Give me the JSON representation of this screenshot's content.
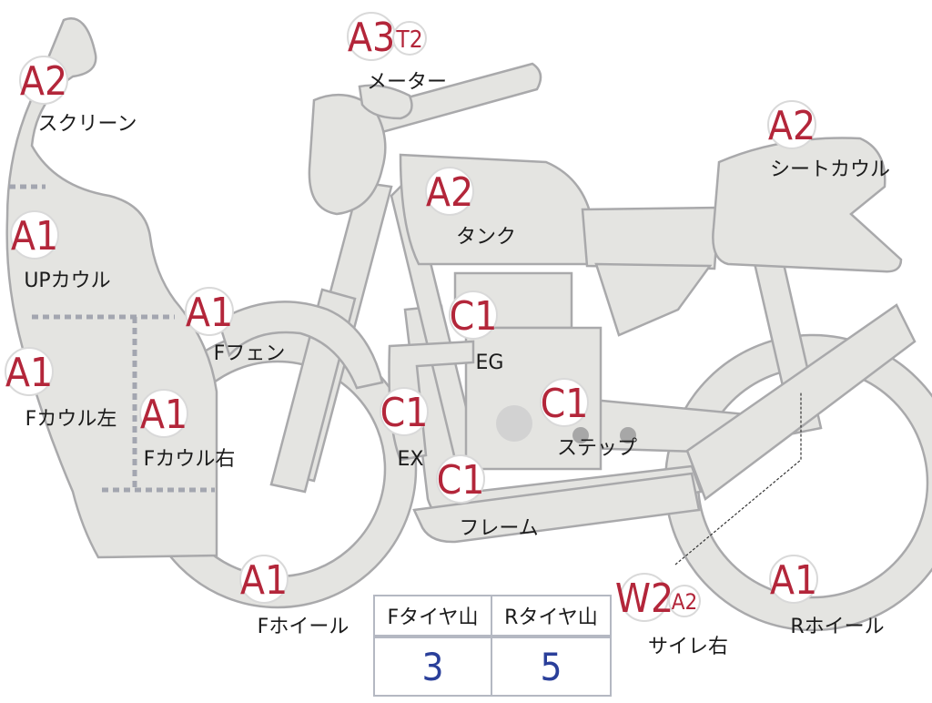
{
  "parts": [
    {
      "id": "screen",
      "label": "スクリーン",
      "grades": [
        "A2"
      ]
    },
    {
      "id": "meter",
      "label": "メーター",
      "grades": [
        "A3",
        "T2"
      ]
    },
    {
      "id": "tank",
      "label": "タンク",
      "grades": [
        "A2"
      ]
    },
    {
      "id": "seat-cowl",
      "label": "シートカウル",
      "grades": [
        "A2"
      ]
    },
    {
      "id": "up-cowl",
      "label": "UPカウル",
      "grades": [
        "A1"
      ]
    },
    {
      "id": "f-fender",
      "label": "Fフェン",
      "grades": [
        "A1"
      ]
    },
    {
      "id": "engine",
      "label": "EG",
      "grades": [
        "C1"
      ]
    },
    {
      "id": "f-cowl-left",
      "label": "Fカウル左",
      "grades": [
        "A1"
      ]
    },
    {
      "id": "f-cowl-right",
      "label": "Fカウル右",
      "grades": [
        "A1"
      ]
    },
    {
      "id": "exhaust",
      "label": "EX",
      "grades": [
        "C1"
      ]
    },
    {
      "id": "step",
      "label": "ステップ",
      "grades": [
        "C1"
      ]
    },
    {
      "id": "frame",
      "label": "フレーム",
      "grades": [
        "C1"
      ]
    },
    {
      "id": "f-wheel",
      "label": "Fホイール",
      "grades": [
        "A1"
      ]
    },
    {
      "id": "silencer-right",
      "label": "サイレ右",
      "grades": [
        "W2",
        "A2"
      ]
    },
    {
      "id": "r-wheel",
      "label": "Rホイール",
      "grades": [
        "A1"
      ]
    }
  ],
  "tire_table": {
    "front_header": "Fタイヤ山",
    "rear_header": "Rタイヤ山",
    "front_value": 3,
    "rear_value": 5
  },
  "colors": {
    "part_fill": "#e4e4e1",
    "part_stroke": "#a9a9ab",
    "grade_text": "#b3263a",
    "tire_value": "#2a3f9a"
  }
}
